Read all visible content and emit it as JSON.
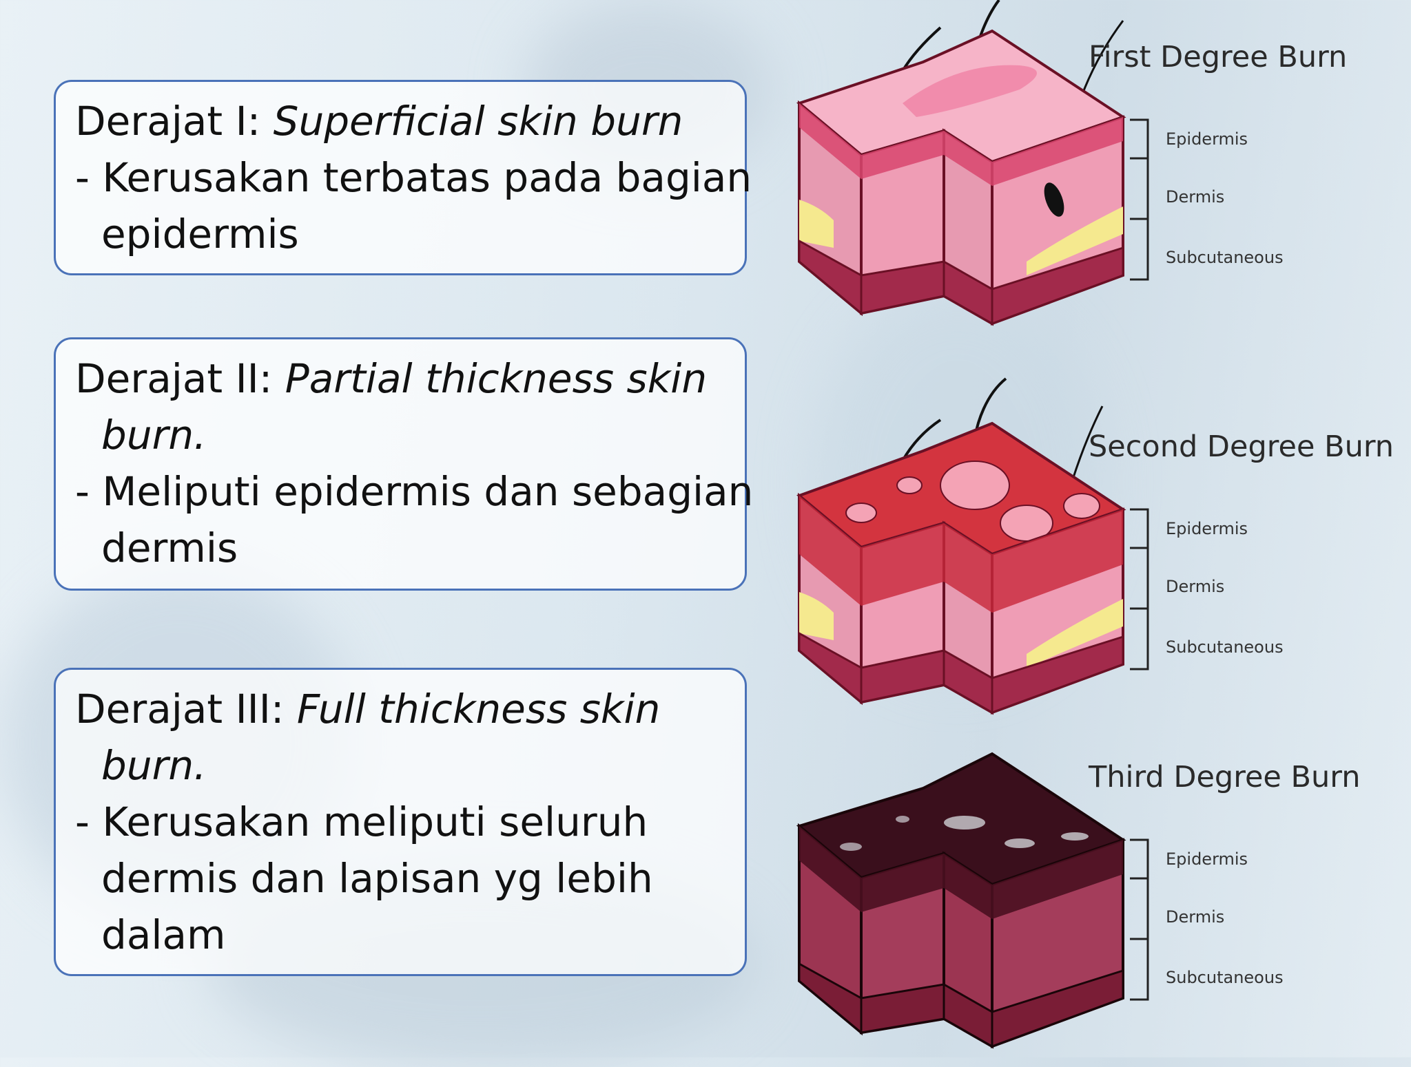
{
  "boxes": [
    {
      "heading_prefix": "Derajat I: ",
      "heading_italic": "Superficial skin burn",
      "lines": [
        "- Kerusakan terbatas pada bagian",
        "epidermis"
      ]
    },
    {
      "heading_prefix": "Derajat II: ",
      "heading_italic": "Partial thickness skin",
      "heading_italic_cont": "burn.",
      "lines": [
        "- Meliputi epidermis dan sebagian",
        "dermis"
      ]
    },
    {
      "heading_prefix": "Derajat III: ",
      "heading_italic": "Full thickness skin",
      "heading_italic_cont": "burn.",
      "lines": [
        "- Kerusakan meliputi seluruh",
        "dermis dan lapisan yg lebih",
        "dalam"
      ]
    }
  ],
  "diagrams": [
    {
      "title": "First Degree Burn",
      "layers": [
        "Epidermis",
        "Dermis",
        "Subcutaneous"
      ]
    },
    {
      "title": "Second Degree Burn",
      "layers": [
        "Epidermis",
        "Dermis",
        "Subcutaneous"
      ]
    },
    {
      "title": "Third Degree Burn",
      "layers": [
        "Epidermis",
        "Dermis",
        "Subcutaneous"
      ]
    }
  ],
  "colors": {
    "box_border": "#4a72b8",
    "first_top": "#f2a9c0",
    "second_top": "#d3343f",
    "third_top": "#3a0f1c",
    "dermis": "#e99ab0",
    "subcutaneous": "#8a1e3c"
  }
}
